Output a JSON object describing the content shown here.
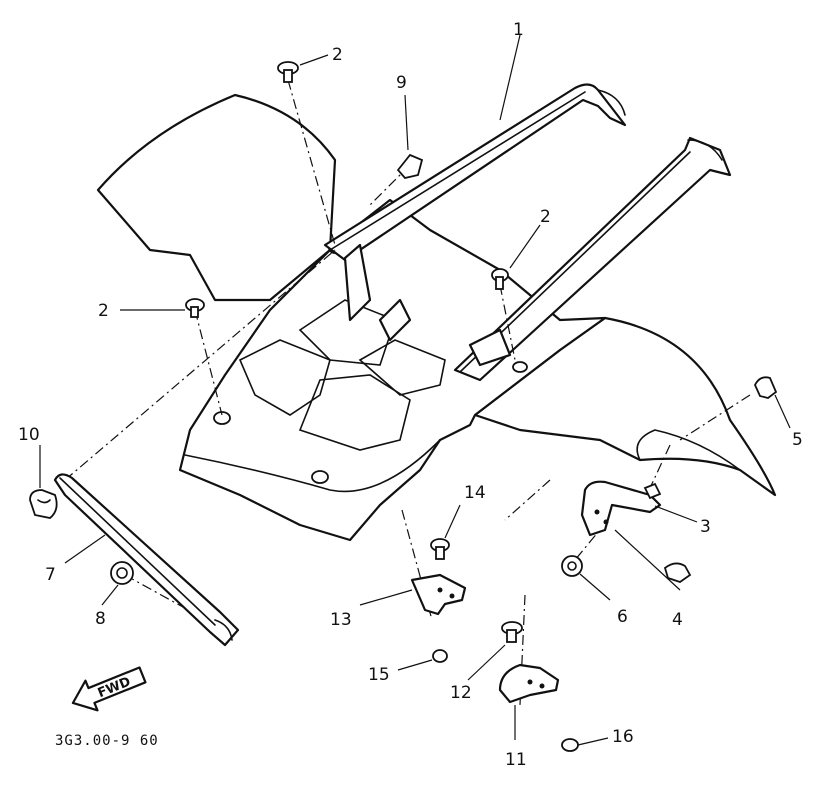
{
  "callouts": {
    "c1": "1",
    "c2a": "2",
    "c2b": "2",
    "c2c": "2",
    "c3": "3",
    "c4": "4",
    "c5": "5",
    "c6": "6",
    "c7": "7",
    "c8": "8",
    "c9": "9",
    "c10": "10",
    "c11": "11",
    "c12": "12",
    "c13": "13",
    "c14": "14",
    "c15": "15",
    "c16": "16"
  },
  "fwd_label": "FWD",
  "drawing_code": "3G3.00-9 60"
}
